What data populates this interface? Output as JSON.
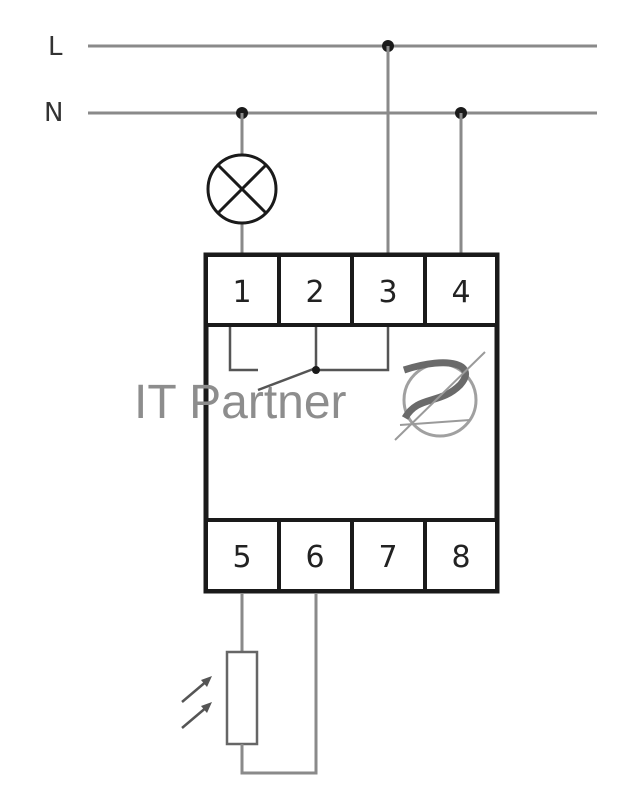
{
  "lines": {
    "live_label": "L",
    "neutral_label": "N"
  },
  "terminals": {
    "top": [
      "1",
      "2",
      "3",
      "4"
    ],
    "bottom": [
      "5",
      "6",
      "7",
      "8"
    ]
  },
  "watermark": {
    "text": "IT Partner"
  },
  "colors": {
    "wire": "#8a8a8a",
    "housing": "#1a1a1a",
    "background": "#ffffff"
  }
}
